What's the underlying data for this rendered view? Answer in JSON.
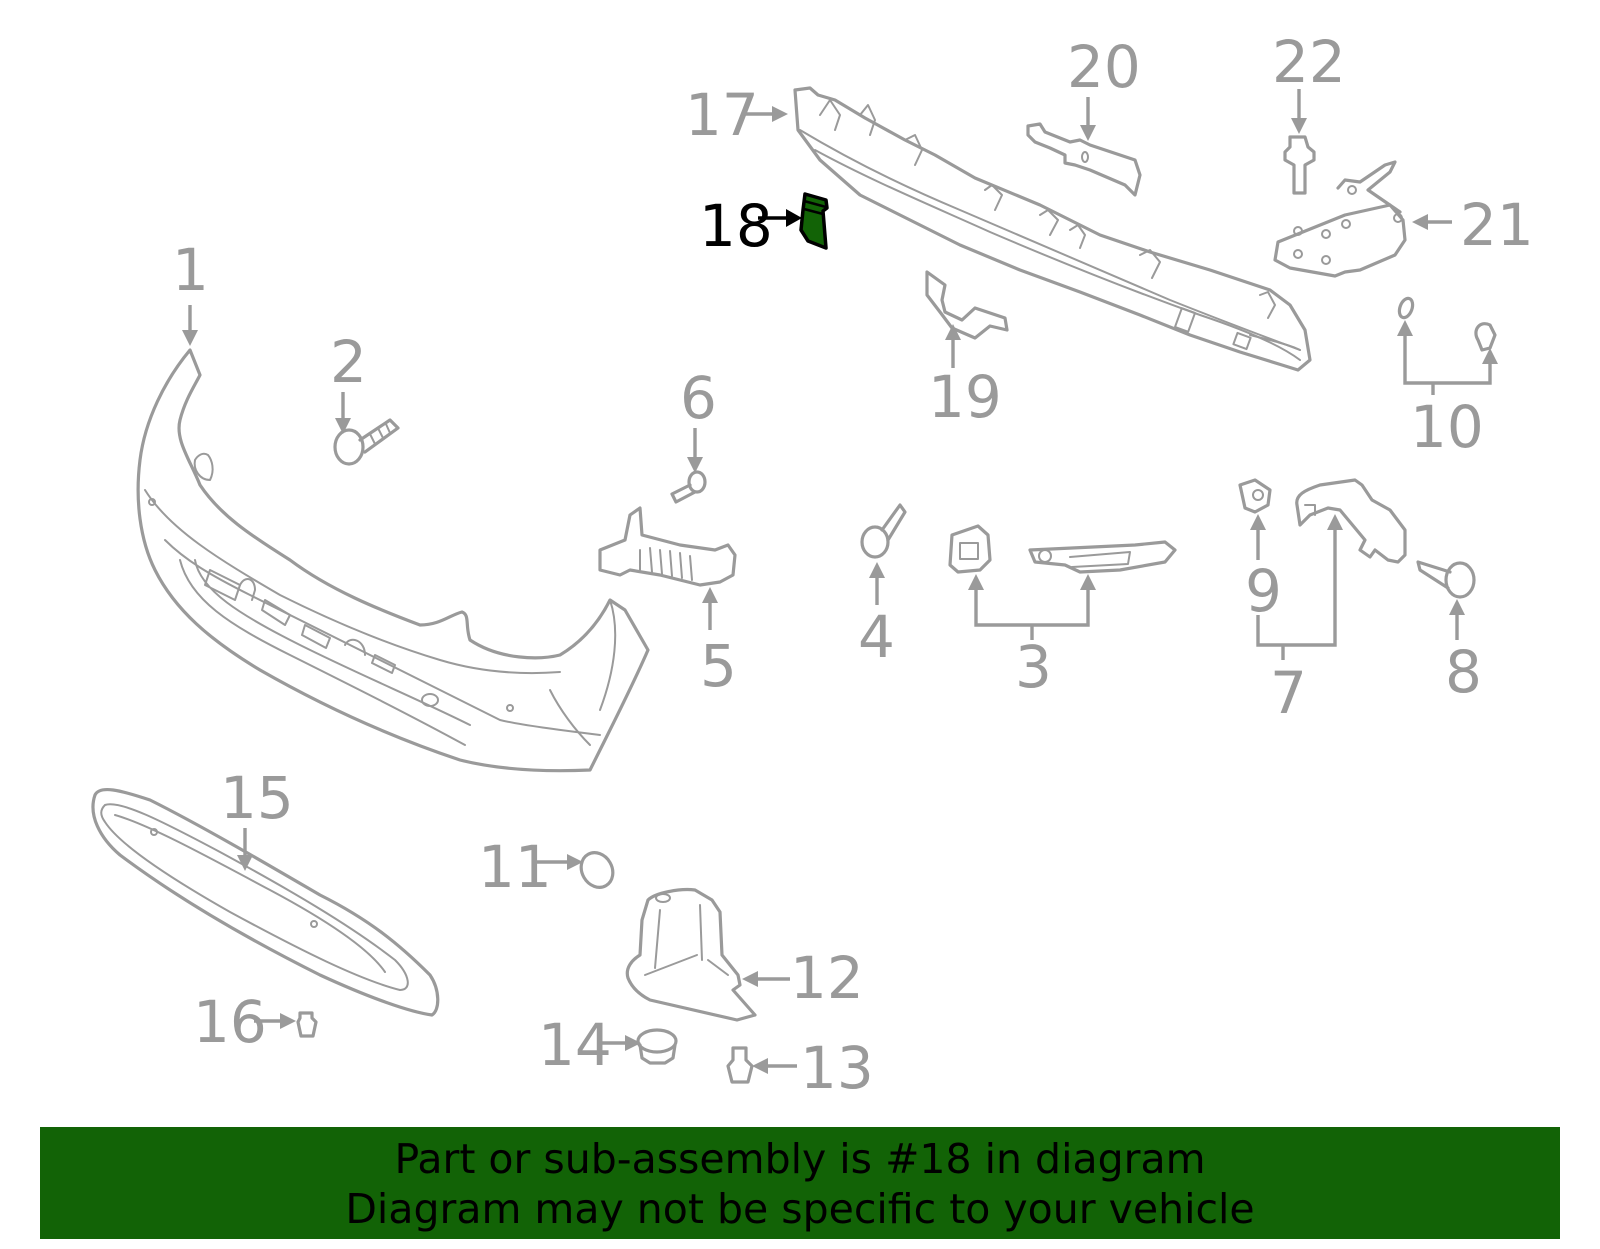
{
  "diagram": {
    "highlighted_part": "18",
    "highlight_color": "#126306",
    "line_color": "#9a9a9a",
    "callouts": {
      "c1": "1",
      "c2": "2",
      "c3": "3",
      "c4": "4",
      "c5": "5",
      "c6": "6",
      "c7": "7",
      "c8": "8",
      "c9": "9",
      "c10": "10",
      "c11": "11",
      "c12": "12",
      "c13": "13",
      "c14": "14",
      "c15": "15",
      "c16": "16",
      "c17": "17",
      "c18": "18",
      "c19": "19",
      "c20": "20",
      "c21": "21",
      "c22": "22"
    }
  },
  "banner": {
    "line1": "Part or sub-assembly is #18 in diagram",
    "line2": "Diagram may not be specific to your vehicle",
    "background": "#126306"
  }
}
